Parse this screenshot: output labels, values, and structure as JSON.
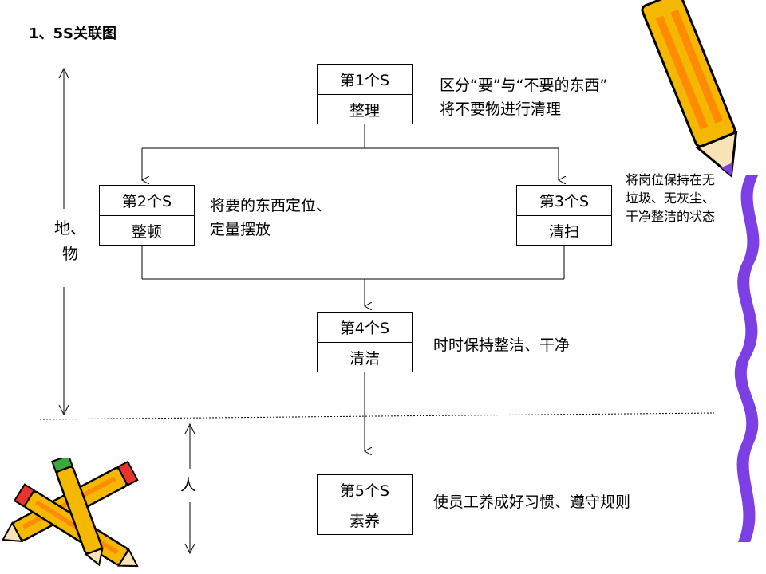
{
  "title": "1、5S关联图",
  "boxes": [
    {
      "step": "第1个S",
      "name": "整理",
      "note": [
        "区分“要”与“不要的东西”",
        "将不要物进行清理"
      ]
    },
    {
      "step": "第2个S",
      "name": "整顿",
      "note": [
        "将要的东西定位、",
        "定量摆放"
      ]
    },
    {
      "step": "第3个S",
      "name": "清扫",
      "note": [
        "将岗位保持在无垃圾、无灰尘、干净整洁的状态"
      ]
    },
    {
      "step": "第4个S",
      "name": "清洁",
      "note": [
        "时时保持整洁、干净"
      ]
    },
    {
      "step": "第5个S",
      "name": "素养",
      "note": [
        "使员工养成好习惯、遵守规则"
      ]
    }
  ],
  "side_labels": {
    "upper": [
      "地、",
      "物"
    ],
    "lower": [
      "人"
    ]
  },
  "colors": {
    "pencil_body": "#f5b800",
    "pencil_stripe": "#ff8c00",
    "pencil_eraser": "#e8342c",
    "ribbon": "#7b3fe4",
    "line": "#000000"
  },
  "icons": [
    "pencil-icon",
    "ribbon-decoration"
  ]
}
